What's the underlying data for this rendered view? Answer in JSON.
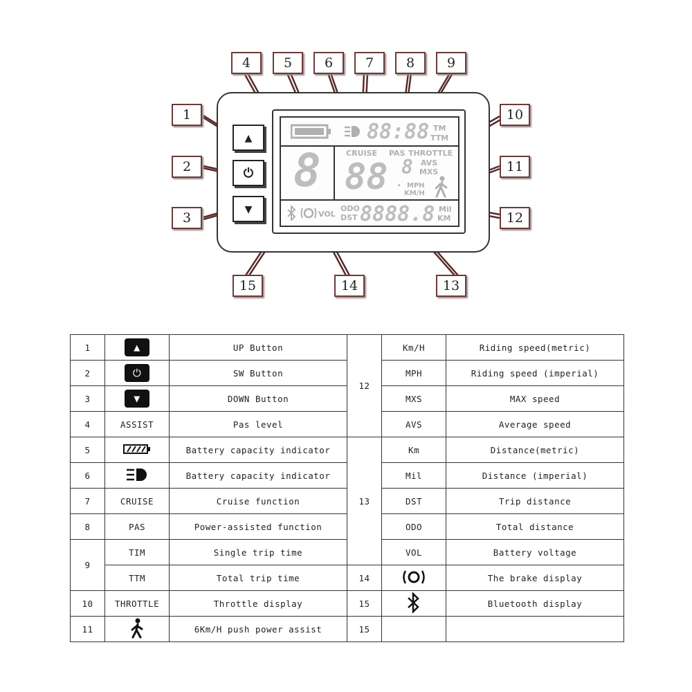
{
  "diagram": {
    "callouts": [
      "1",
      "2",
      "3",
      "4",
      "5",
      "6",
      "7",
      "8",
      "9",
      "10",
      "11",
      "12",
      "13",
      "14",
      "15"
    ],
    "lcd": {
      "cruise": "CRUISE",
      "pas": "PAS",
      "throttle": "THROTTLE",
      "assist_digit": "8",
      "speed_digits": "88",
      "speed_small_digit": "8",
      "avs": "AVS",
      "mxs": "MXS",
      "mph": "MPH",
      "kmh": "KM/H",
      "time_digits": "88:88",
      "tm": "TM",
      "ttm": "TTM",
      "vol": "VOL",
      "odo": "ODO",
      "dst": "DST",
      "dist_digits": "8888.8",
      "mil": "Mil",
      "km": "KM"
    },
    "icons": {
      "up_button": "up-triangle-icon",
      "power_button": "power-icon",
      "down_button": "down-triangle-icon",
      "battery": "battery-icon",
      "headlight": "headlight-icon",
      "bluetooth": "bluetooth-icon",
      "brake": "brake-icon",
      "walk": "walking-person-icon"
    },
    "colors": {
      "callout_border": "#6b3a3a",
      "lcd_segment": "#b0b0b0",
      "leader_line": "#5a2a2a"
    }
  },
  "table": {
    "left": [
      {
        "num": "1",
        "symbol": "",
        "icon": "up-triangle-icon",
        "desc": "UP Button"
      },
      {
        "num": "2",
        "symbol": "",
        "icon": "power-icon",
        "desc": "SW Button"
      },
      {
        "num": "3",
        "symbol": "",
        "icon": "down-triangle-icon",
        "desc": "DOWN Button"
      },
      {
        "num": "4",
        "symbol": "ASSIST",
        "icon": "",
        "desc": "Pas level"
      },
      {
        "num": "5",
        "symbol": "",
        "icon": "battery-icon",
        "desc": "Battery capacity indicator"
      },
      {
        "num": "6",
        "symbol": "",
        "icon": "headlight-icon",
        "desc": "Battery capacity indicator"
      },
      {
        "num": "7",
        "symbol": "CRUISE",
        "icon": "",
        "desc": "Cruise function"
      },
      {
        "num": "8",
        "symbol": "PAS",
        "icon": "",
        "desc": "Power-assisted function"
      },
      {
        "num": "9",
        "symbol": "TIM",
        "icon": "",
        "desc": "Single trip time"
      },
      {
        "num": "",
        "symbol": "TTM",
        "icon": "",
        "desc": "Total trip time"
      },
      {
        "num": "10",
        "symbol": "THROTTLE",
        "icon": "",
        "desc": "Throttle display"
      },
      {
        "num": "11",
        "symbol": "",
        "icon": "walking-person-icon",
        "desc": "6Km/H push power assist"
      }
    ],
    "right": [
      {
        "num": "12",
        "abbr": "Km/H",
        "icon": "",
        "desc": "Riding speed(metric)"
      },
      {
        "num": "",
        "abbr": "MPH",
        "icon": "",
        "desc": "Riding speed (imperial)"
      },
      {
        "num": "",
        "abbr": "MXS",
        "icon": "",
        "desc": "MAX speed"
      },
      {
        "num": "",
        "abbr": "AVS",
        "icon": "",
        "desc": "Average speed"
      },
      {
        "num": "13",
        "abbr": "Km",
        "icon": "",
        "desc": "Distance(metric)"
      },
      {
        "num": "",
        "abbr": "Mil",
        "icon": "",
        "desc": "Distance (imperial)"
      },
      {
        "num": "",
        "abbr": "DST",
        "icon": "",
        "desc": "Trip distance"
      },
      {
        "num": "",
        "abbr": "ODO",
        "icon": "",
        "desc": "Total distance"
      },
      {
        "num": "",
        "abbr": "VOL",
        "icon": "",
        "desc": "Battery voltage"
      },
      {
        "num": "14",
        "abbr": "",
        "icon": "brake-icon",
        "desc": "The brake display"
      },
      {
        "num": "15",
        "abbr": "",
        "icon": "bluetooth-icon",
        "desc": "Bluetooth display"
      },
      {
        "num": "15",
        "abbr": "",
        "icon": "",
        "desc": ""
      }
    ]
  }
}
